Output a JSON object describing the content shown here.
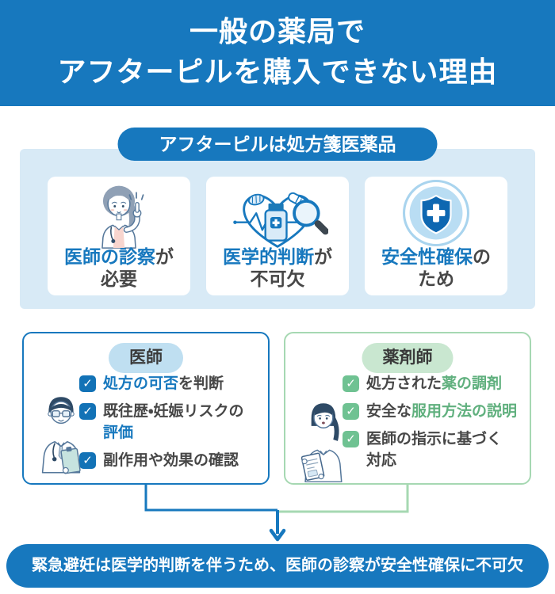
{
  "header": {
    "title_line1": "一般の薬局で",
    "title_line2": "アフターピルを購入できない理由"
  },
  "panel": {
    "heading": "アフターピルは処方箋医薬品",
    "cards": [
      {
        "icon": "female-doctor-icon",
        "caption": [
          {
            "t": "医師の診察",
            "hl": true
          },
          {
            "t": "が"
          },
          {
            "br": true
          },
          {
            "t": "必要"
          }
        ]
      },
      {
        "icon": "medical-judgment-icon",
        "caption": [
          {
            "t": "医学的判断",
            "hl": true
          },
          {
            "t": "が"
          },
          {
            "br": true
          },
          {
            "t": "不可欠"
          }
        ]
      },
      {
        "icon": "safety-shield-icon",
        "caption": [
          {
            "t": "安全性確保",
            "hl": true
          },
          {
            "t": "の"
          },
          {
            "br": true
          },
          {
            "t": "ため"
          }
        ]
      }
    ]
  },
  "roles": {
    "doctor": {
      "label": "医師",
      "icon": "male-doctor-illustration",
      "items": [
        [
          {
            "t": "処方の可否",
            "hl": true
          },
          {
            "t": "を判断"
          }
        ],
        [
          {
            "t": "既往歴・妊娠リスクの"
          },
          {
            "br": true
          },
          {
            "t": "評価",
            "hl": true
          }
        ],
        [
          {
            "t": "副作用や効果の確認"
          }
        ]
      ]
    },
    "pharmacist": {
      "label": "薬剤師",
      "icon": "female-pharmacist-illustration",
      "items": [
        [
          {
            "t": "処方された"
          },
          {
            "t": "薬の調剤",
            "hl": true
          }
        ],
        [
          {
            "t": "安全な"
          },
          {
            "t": "服用方法の説明",
            "hl": true
          }
        ],
        [
          {
            "t": "医師の指示に基づく"
          },
          {
            "br": true
          },
          {
            "t": "対応"
          }
        ]
      ]
    }
  },
  "conclusion": "緊急避妊は医学的判断を伴うため、医師の診察が安全性確保に不可欠",
  "colors": {
    "primary_blue": "#1778BE",
    "panel_blue": "#D8EAF6",
    "pill_blue_bg": "#BFDFF1",
    "check_blue": "#1272B6",
    "border_green": "#A6D8B2",
    "check_green": "#6FC292",
    "text_green": "#60B07E",
    "pill_green_bg": "#C9E7D0",
    "text_dark": "#474747",
    "white": "#FFFFFF"
  }
}
